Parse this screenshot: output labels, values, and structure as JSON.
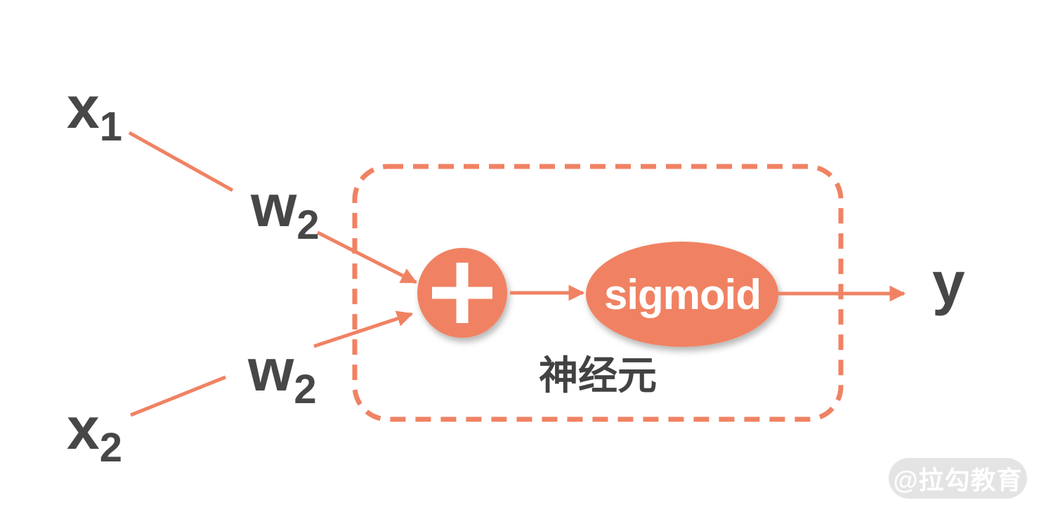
{
  "diagram": {
    "title_semantic": "single-neuron-diagram",
    "inputs": [
      {
        "base": "x",
        "sub": "1"
      },
      {
        "base": "x",
        "sub": "2"
      }
    ],
    "weights": [
      {
        "base": "w",
        "sub": "2"
      },
      {
        "base": "w",
        "sub": "2"
      }
    ],
    "nodes": {
      "sum": {
        "icon": "plus-icon"
      },
      "activation": {
        "label": "sigmoid"
      }
    },
    "unit_label": "神经元",
    "output": {
      "label": "y"
    },
    "watermark": {
      "label": "@拉勾教育"
    },
    "colors": {
      "accent": "#F08263",
      "label_text": "#474747",
      "node_text": "#FFFFFF",
      "watermark_bg": "#E4E4E4",
      "watermark_text": "#FFFFFF"
    }
  }
}
